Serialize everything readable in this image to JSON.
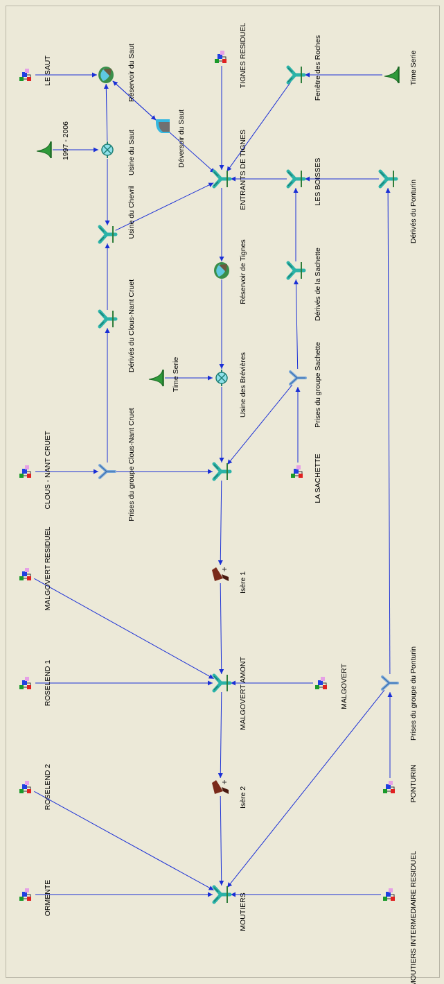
{
  "diagram": {
    "colors": {
      "background": "#ece9d8",
      "link": "#1a2fd6",
      "junction": "#2bb3a8",
      "reservoir": "#3a8f4a",
      "turbine": "#2bb3a8",
      "series": "#2f9a3a",
      "spill": "#35b8e0",
      "gauge": "#7a2a1a",
      "source_red": "#e02020",
      "source_blue": "#2040e0",
      "source_green": "#1a9a2a"
    },
    "nodes": [
      {
        "id": "le_saut",
        "label": "LE SAUT",
        "icon": "input-node-icon"
      },
      {
        "id": "res_saut",
        "label": "Réservoir du Saut",
        "icon": "reservoir-icon"
      },
      {
        "id": "ts_9706",
        "label": "1997 - 2006",
        "icon": "time-series-icon"
      },
      {
        "id": "usine_saut",
        "label": "Usine du Saut",
        "icon": "turbine-icon"
      },
      {
        "id": "dev_saut",
        "label": "Déversoir du Saut",
        "icon": "spillway-icon"
      },
      {
        "id": "usine_chevril",
        "label": "Usine du Chevril",
        "icon": "junction-icon"
      },
      {
        "id": "tignes_res",
        "label": "TIGNES RESIDUEL",
        "icon": "input-node-icon"
      },
      {
        "id": "entrants",
        "label": "ENTRANTS DE TIGNES",
        "icon": "junction-icon"
      },
      {
        "id": "res_tignes",
        "label": "Réservoir de Tignes",
        "icon": "reservoir-icon"
      },
      {
        "id": "fenetre",
        "label": "Fenêtre des Roches",
        "icon": "junction-icon"
      },
      {
        "id": "ts_roches",
        "label": "Time Serie",
        "icon": "time-series-icon"
      },
      {
        "id": "les_boisses",
        "label": "LES BOISSES",
        "icon": "junction-icon"
      },
      {
        "id": "derives_ponturin",
        "label": "Dérivés du Ponturin",
        "icon": "junction-icon"
      },
      {
        "id": "derives_sachette",
        "label": "Dérivés de la Sachette",
        "icon": "junction-icon"
      },
      {
        "id": "derives_clous",
        "label": "Dérivés du Clous-Nant Cruet",
        "icon": "junction-icon"
      },
      {
        "id": "ts_brev",
        "label": "Time Serie",
        "icon": "time-series-icon"
      },
      {
        "id": "usine_brev",
        "label": "Usine des Brévières",
        "icon": "turbine-icon"
      },
      {
        "id": "prises_sachette",
        "label": "Prises du groupe Sachette",
        "icon": "intake-icon"
      },
      {
        "id": "clous",
        "label": "CLOUS - NANT CRUET",
        "icon": "input-node-icon"
      },
      {
        "id": "prises_clous",
        "label": "Prises du groupe Clous-Nant Cruet",
        "icon": "intake-icon"
      },
      {
        "id": "junc_mid",
        "label": "",
        "icon": "junction-icon"
      },
      {
        "id": "la_sachette",
        "label": "LA SACHETTE",
        "icon": "input-node-icon"
      },
      {
        "id": "malg_res",
        "label": "MALGOVERT RESIDUEL",
        "icon": "input-node-icon"
      },
      {
        "id": "isere1",
        "label": "Isère 1",
        "icon": "gauge-icon"
      },
      {
        "id": "roselend1",
        "label": "ROSELEND 1",
        "icon": "input-node-icon"
      },
      {
        "id": "malg_amont",
        "label": "MALGOVERT AMONT",
        "icon": "junction-icon"
      },
      {
        "id": "malgovert",
        "label": "MALGOVERT",
        "icon": "input-node-icon"
      },
      {
        "id": "prises_ponturin",
        "label": "Prises du groupe du Ponturin",
        "icon": "intake-icon"
      },
      {
        "id": "roselend2",
        "label": "ROSELEND 2",
        "icon": "input-node-icon"
      },
      {
        "id": "isere2",
        "label": "Isère 2",
        "icon": "gauge-icon"
      },
      {
        "id": "ponturin",
        "label": "PONTURIN",
        "icon": "input-node-icon"
      },
      {
        "id": "ormente",
        "label": "ORMENTE",
        "icon": "input-node-icon"
      },
      {
        "id": "moutiers",
        "label": "MOUTIERS",
        "icon": "junction-icon"
      },
      {
        "id": "moutiers_res",
        "label": "MOUTIERS INTERMEDIAIRE RESIDUEL",
        "icon": "input-node-icon"
      }
    ],
    "links": [
      [
        "le_saut",
        "res_saut"
      ],
      [
        "ts_9706",
        "usine_saut"
      ],
      [
        "usine_saut",
        "res_saut"
      ],
      [
        "res_saut",
        "dev_saut"
      ],
      [
        "dev_saut",
        "res_saut"
      ],
      [
        "usine_saut",
        "usine_chevril"
      ],
      [
        "dev_saut",
        "entrants"
      ],
      [
        "usine_chevril",
        "entrants"
      ],
      [
        "tignes_res",
        "entrants"
      ],
      [
        "fenetre",
        "entrants"
      ],
      [
        "ts_roches",
        "fenetre"
      ],
      [
        "les_boisses",
        "entrants"
      ],
      [
        "derives_ponturin",
        "les_boisses"
      ],
      [
        "entrants",
        "res_tignes"
      ],
      [
        "derives_sachette",
        "les_boisses"
      ],
      [
        "derives_clous",
        "usine_chevril"
      ],
      [
        "prises_clous",
        "derives_clous"
      ],
      [
        "clous",
        "prises_clous"
      ],
      [
        "ts_brev",
        "usine_brev"
      ],
      [
        "res_tignes",
        "usine_brev"
      ],
      [
        "usine_brev",
        "junc_mid"
      ],
      [
        "prises_sachette",
        "derives_sachette"
      ],
      [
        "prises_sachette",
        "junc_mid"
      ],
      [
        "la_sachette",
        "prises_sachette"
      ],
      [
        "prises_clous",
        "junc_mid"
      ],
      [
        "junc_mid",
        "isere1"
      ],
      [
        "isere1",
        "malg_amont"
      ],
      [
        "malg_res",
        "malg_amont"
      ],
      [
        "roselend1",
        "malg_amont"
      ],
      [
        "malgovert",
        "malg_amont"
      ],
      [
        "malg_amont",
        "isere2"
      ],
      [
        "isere2",
        "moutiers"
      ],
      [
        "roselend2",
        "moutiers"
      ],
      [
        "ormente",
        "moutiers"
      ],
      [
        "moutiers_res",
        "moutiers"
      ],
      [
        "ponturin",
        "prises_ponturin"
      ],
      [
        "prises_ponturin",
        "moutiers"
      ],
      [
        "prises_ponturin",
        "derives_ponturin"
      ]
    ]
  }
}
